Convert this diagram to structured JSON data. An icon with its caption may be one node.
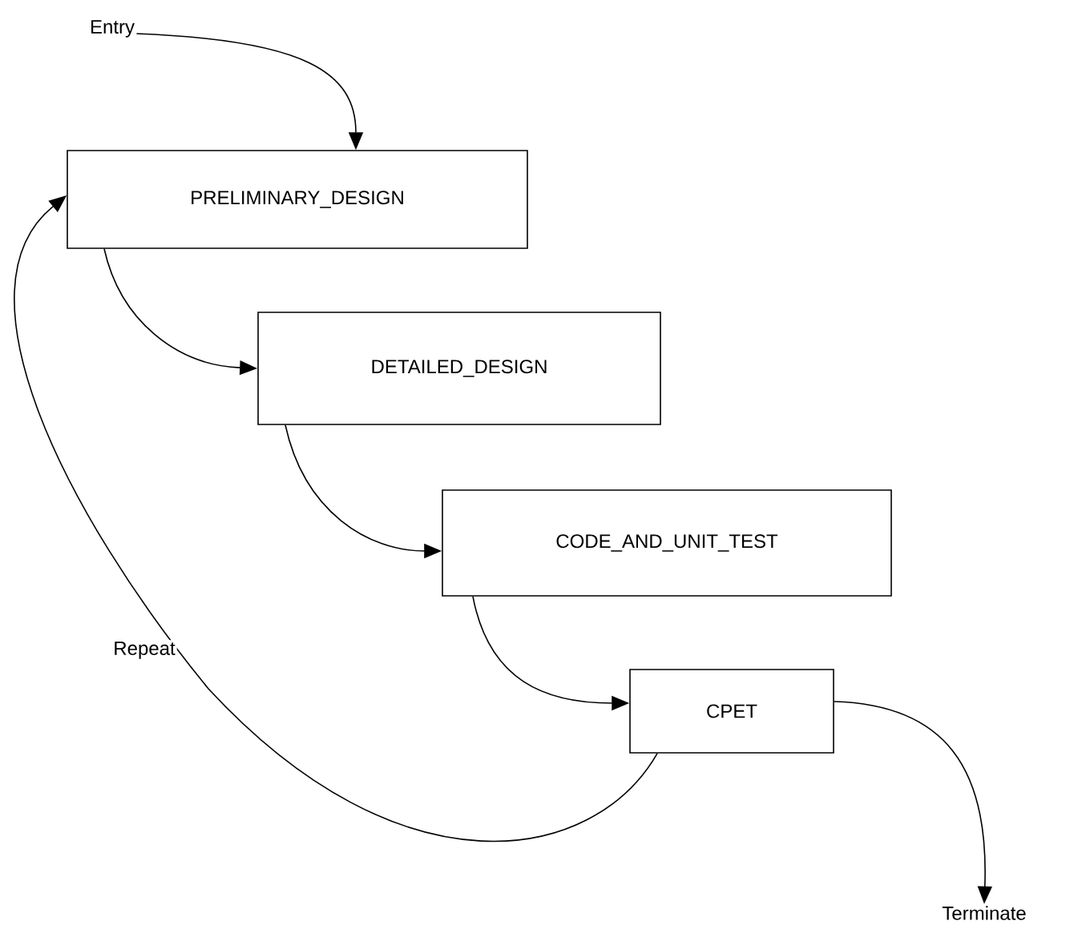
{
  "diagram": {
    "nodes": [
      {
        "text": [
          "Entry"
        ]
      },
      {
        "text": [
          "PRELIMINARY_DESIGN"
        ]
      },
      {
        "text": [
          "DETAILED_DESIGN"
        ]
      },
      {
        "text": [
          "CODE_AND_UNIT_TEST"
        ]
      },
      {
        "text": [
          "CPET"
        ]
      },
      {
        "text": [
          "Terminate"
        ]
      }
    ],
    "edges": [
      {
        "from": 0,
        "to": 1,
        "arrow": "to"
      },
      {
        "from": 1,
        "to": 2,
        "arrow": "to"
      },
      {
        "from": 2,
        "to": 3,
        "arrow": "to"
      },
      {
        "from": 3,
        "to": 4,
        "arrow": "to"
      },
      {
        "from": 4,
        "to": 1,
        "arrow": "to",
        "label": "Repeat"
      },
      {
        "from": 4,
        "to": 5,
        "arrow": "to"
      }
    ]
  }
}
